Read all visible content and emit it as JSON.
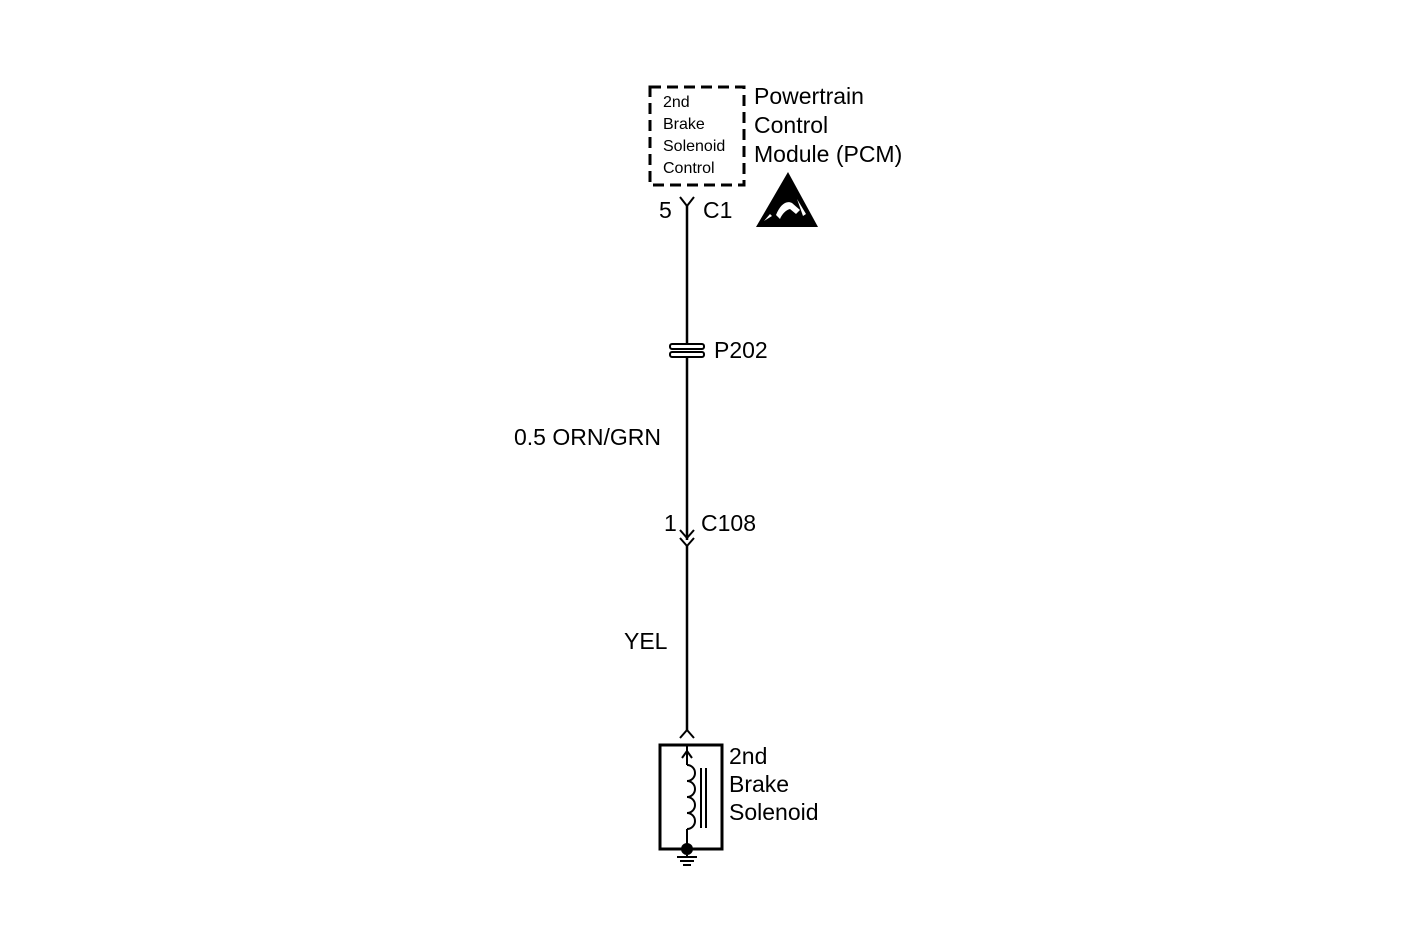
{
  "module": {
    "inner_lines": [
      "2nd",
      "Brake",
      "Solenoid",
      "Control"
    ],
    "name_lines": [
      "Powertrain",
      "Control",
      "Module (PCM)"
    ],
    "esd_icon": "esd-warning-icon"
  },
  "connector_c1": {
    "pin": "5",
    "name": "C1"
  },
  "splice_p202": {
    "name": "P202"
  },
  "wire_upper": {
    "label": "0.5 ORN/GRN"
  },
  "connector_c108": {
    "pin": "1",
    "name": "C108"
  },
  "wire_lower": {
    "label": "YEL"
  },
  "solenoid": {
    "name_lines": [
      "2nd",
      "Brake",
      "Solenoid"
    ]
  },
  "ground": {
    "icon": "ground-icon"
  }
}
